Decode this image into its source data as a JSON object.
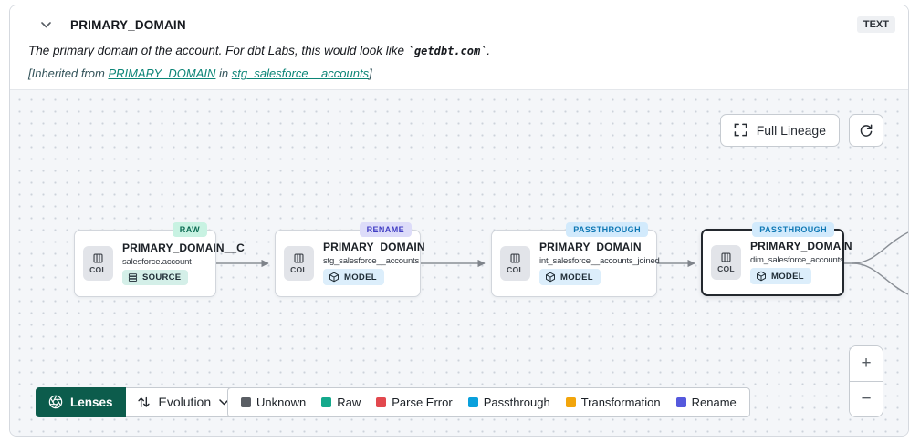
{
  "header": {
    "title": "PRIMARY_DOMAIN",
    "type_badge": "TEXT",
    "description": {
      "prefix": "The primary domain of the account. For dbt Labs, this would look like ",
      "code": "`getdbt.com`",
      "suffix": "."
    },
    "inherited": {
      "prefix": "[Inherited from ",
      "column_link": "PRIMARY_DOMAIN",
      "mid": " in ",
      "model_link": "stg_salesforce__accounts",
      "suffix": "]"
    }
  },
  "toolbar": {
    "full_lineage_label": "Full Lineage"
  },
  "nodes": [
    {
      "chip": "COL",
      "title": "PRIMARY_DOMAIN__C",
      "subtitle": "salesforce.account",
      "resource": "SOURCE",
      "tag": "RAW",
      "selected": false
    },
    {
      "chip": "COL",
      "title": "PRIMARY_DOMAIN",
      "subtitle": "stg_salesforce__accounts",
      "resource": "MODEL",
      "tag": "RENAME",
      "selected": false
    },
    {
      "chip": "COL",
      "title": "PRIMARY_DOMAIN",
      "subtitle": "int_salesforce__accounts_joined",
      "resource": "MODEL",
      "tag": "PASSTHROUGH",
      "selected": false
    },
    {
      "chip": "COL",
      "title": "PRIMARY_DOMAIN",
      "subtitle": "dim_salesforce_accounts",
      "resource": "MODEL",
      "tag": "PASSTHROUGH",
      "selected": true
    }
  ],
  "controls": {
    "lenses_label": "Lenses",
    "lens_selected": "Evolution",
    "zoom_in": "+",
    "zoom_out": "−"
  },
  "legend": {
    "items": [
      {
        "label": "Unknown",
        "color": "#5a5e64"
      },
      {
        "label": "Raw",
        "color": "#15a98c"
      },
      {
        "label": "Parse Error",
        "color": "#e2484e"
      },
      {
        "label": "Passthrough",
        "color": "#0aa0dc"
      },
      {
        "label": "Transformation",
        "color": "#f2a50c"
      },
      {
        "label": "Rename",
        "color": "#5559dd"
      }
    ]
  }
}
